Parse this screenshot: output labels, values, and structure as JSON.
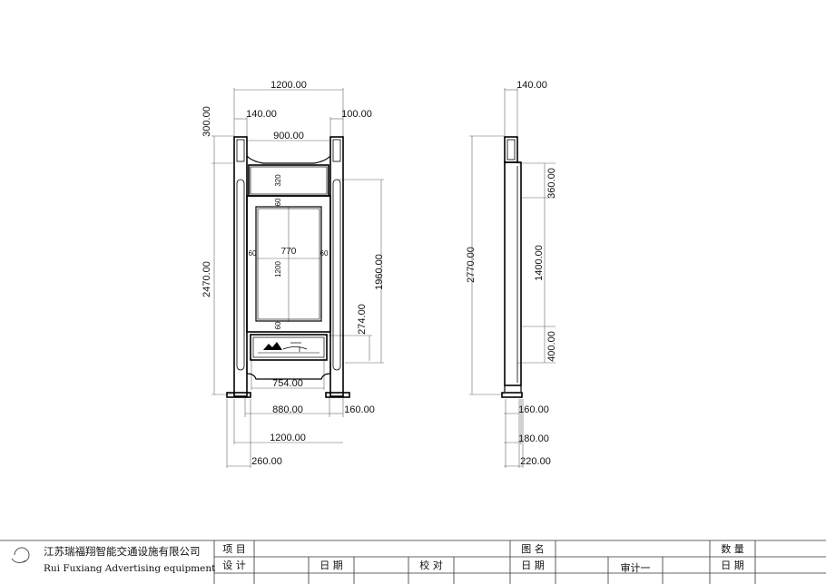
{
  "front_view": {
    "dims": {
      "total_width": "1200.00",
      "top_height": "300.00",
      "post_width": "140.00",
      "post_offset": "100.00",
      "top_span": "900.00",
      "header_height": "320",
      "frame_60_top": "60",
      "frame_60_left": "60",
      "frame_60_right": "60",
      "frame_60_bottom": "60",
      "panel_width": "770",
      "panel_height": "1200",
      "overall_height": "2470.00",
      "right_height": "1960.00",
      "bottom_panel": "274.00",
      "bottom_width": "754.00",
      "base_inner": "880.00",
      "base_post": "160.00",
      "base_total": "1200.00",
      "base_foot": "260.00"
    }
  },
  "side_view": {
    "dims": {
      "top_width": "140.00",
      "total_height": "2770.00",
      "upper": "360.00",
      "middle": "1400.00",
      "lower": "400.00",
      "base_1": "160.00",
      "base_2": "180.00",
      "base_3": "220.00"
    }
  },
  "title_block": {
    "company_cn": "江苏瑞福翔智能交通设施有限公司",
    "company_en": "Rui Fuxiang Advertising equipment",
    "project_label": "项 目",
    "design_label": "设 计",
    "date_label_1": "日 期",
    "check_label": "校 对",
    "drawing_name_label": "图 名",
    "date_label_2": "日 期",
    "review_label": "审计一",
    "quantity_label": "数 量",
    "date_label_3": "日 期"
  }
}
